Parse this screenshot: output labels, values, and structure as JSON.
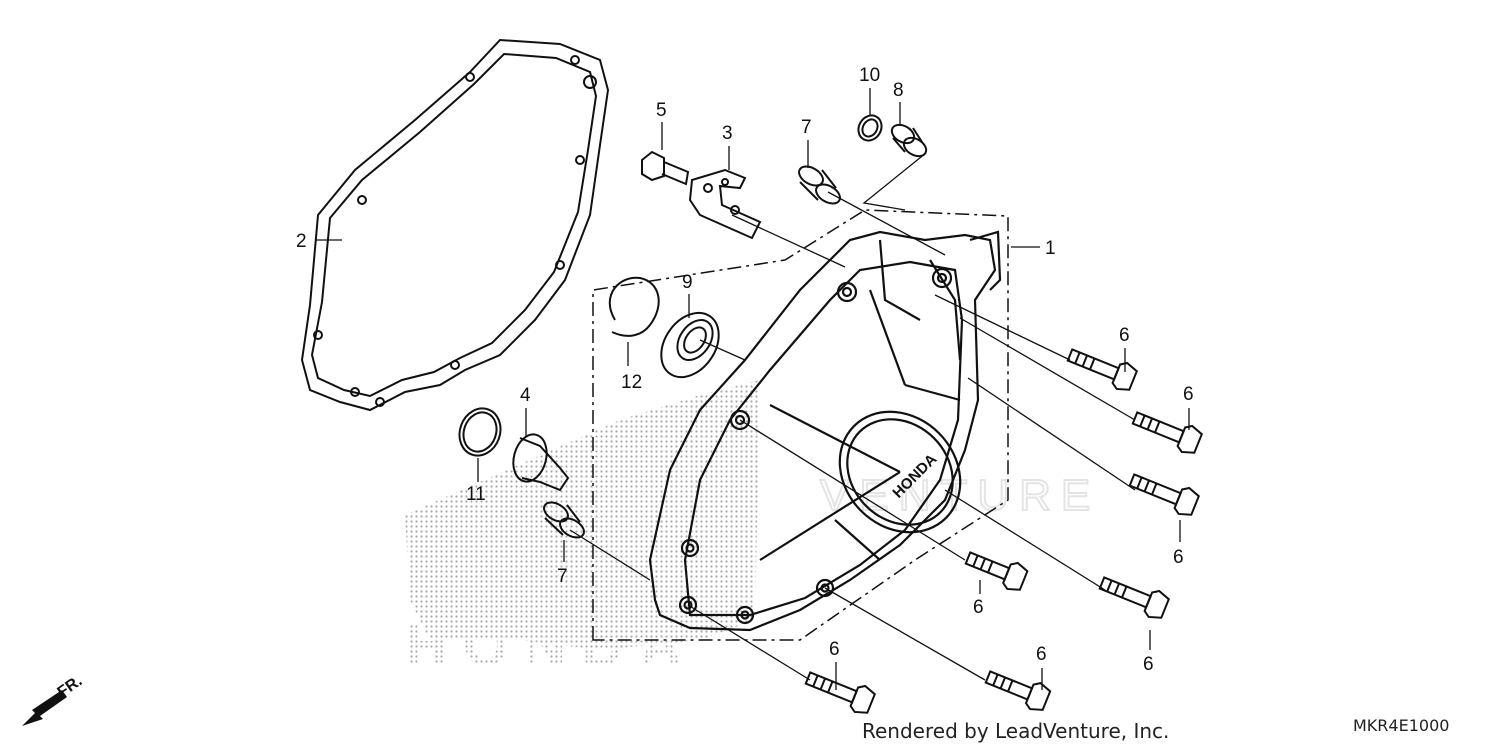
{
  "diagram": {
    "code": "MKR4E1000",
    "render_credit": "Rendered by LeadVenture, Inc.",
    "direction_label": "FR.",
    "watermark_brand": "HONDA",
    "watermark_text": "VENTURE",
    "cover_logo_text": "HONDA",
    "callouts": [
      "1",
      "2",
      "3",
      "4",
      "5",
      "6",
      "6",
      "6",
      "6",
      "6",
      "6",
      "6",
      "7",
      "7",
      "8",
      "9",
      "10",
      "11",
      "12"
    ]
  },
  "colors": {
    "line": "#111111",
    "watermark": "#9a9a9a"
  },
  "icons": {
    "direction": "arrow-down-left-icon"
  }
}
